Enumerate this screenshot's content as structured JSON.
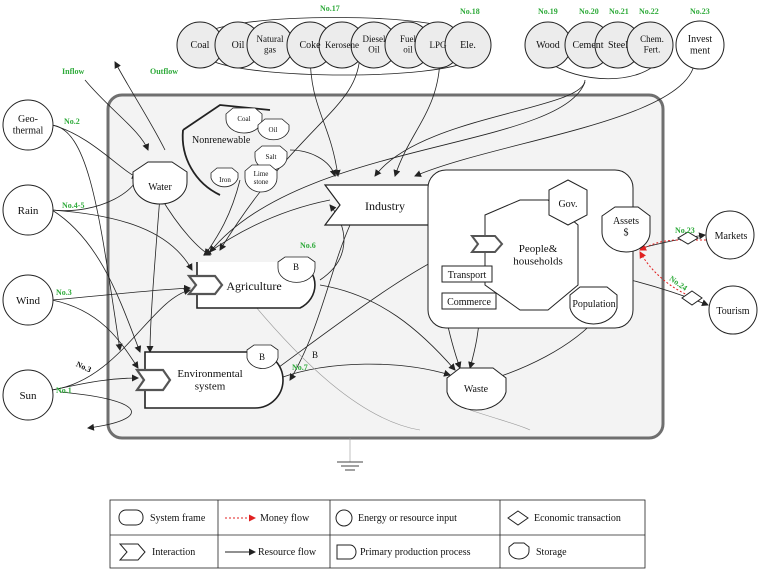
{
  "top_sources_group1": [
    "Coal",
    "Oil",
    "Natural gas",
    "Coke",
    "Kerosene",
    "Diesel Oil",
    "Fuel oil",
    "LPG",
    "Ele."
  ],
  "top_sources_group2": [
    "Wood",
    "Cement",
    "Steel",
    "Chem. Fert."
  ],
  "investment": "Invest ment",
  "left_sources": [
    "Geo- thermal",
    "Rain",
    "Wind",
    "Sun"
  ],
  "right_nodes": {
    "markets": "Markets",
    "tourism": "Tourism"
  },
  "labels_green": {
    "no17": "No.17",
    "no18": "No.18",
    "no19": "No.19",
    "no20": "No.20",
    "no21": "No.21",
    "no22": "No.22",
    "no23_top": "No.23",
    "inflow": "Inflow",
    "outflow": "Outflow",
    "no2": "No.2",
    "no45": "No.4-5",
    "no3_wind": "No.3",
    "no1": "No.1",
    "no6": "No.6",
    "no7": "No.7",
    "no23_right": "No.23",
    "no24": "No.24"
  },
  "label_no3_sun": "No.3",
  "nodes": {
    "water": "Water",
    "nonrenewable": "Nonrenewable",
    "nonrenew_items": [
      "Coal",
      "Oil",
      "Salt",
      "Iron",
      "Lime stone"
    ],
    "industry": "Industry",
    "agriculture": "Agriculture",
    "environmental": "Environmental system",
    "people": "People& households",
    "gov": "Gov.",
    "assets": "Assets $",
    "transport": "Transport",
    "commerce": "Commerce",
    "population": "Population",
    "waste": "Waste",
    "b_label": "B"
  },
  "legend": {
    "system_frame": "System frame",
    "money_flow": "Money flow",
    "energy_input": "Energy or resource input",
    "economic_transaction": "Economic transaction",
    "interaction": "Interaction",
    "resource_flow": "Resource flow",
    "primary_production": "Primary production process",
    "storage": "Storage"
  },
  "colors": {
    "label_green": "#2eaa3a",
    "money_red": "#e02020",
    "frame_gray": "#6f6f6f",
    "frame_fill": "#f3f3f3"
  }
}
